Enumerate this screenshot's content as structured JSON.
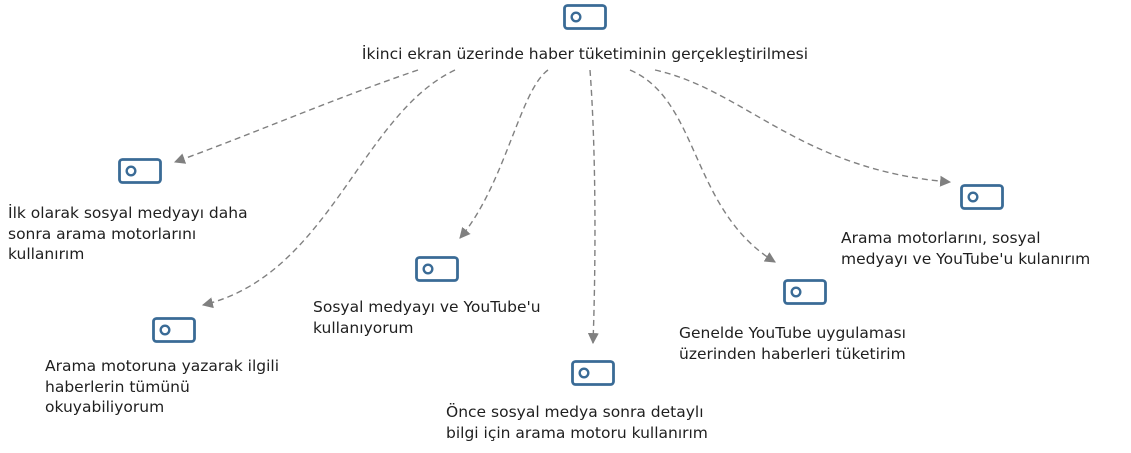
{
  "colors": {
    "icon_stroke": "#3a6b96",
    "connector": "#808080",
    "text": "#1f1f1f",
    "background": "#ffffff"
  },
  "icon_name": "tag-icon",
  "root": {
    "label": "İkinci ekran üzerinde haber tüketiminin gerçekleştirilmesi"
  },
  "children": [
    {
      "id": "c1",
      "label": "İlk olarak sosyal medyayı daha\nsonra arama motorlarını\nkullanırım"
    },
    {
      "id": "c2",
      "label": "Arama motoruna yazarak ilgili\nhaberlerin tümünü\nokuyabiliyorum"
    },
    {
      "id": "c3",
      "label": "Sosyal medyayı ve YouTube'u\nkullanıyorum"
    },
    {
      "id": "c4",
      "label": "Önce sosyal medya sonra detaylı\nbilgi için arama motoru kullanırım"
    },
    {
      "id": "c5",
      "label": "Genelde YouTube uygulaması\nüzerinden haberleri tüketirim"
    },
    {
      "id": "c6",
      "label": "Arama motorlarını, sosyal\nmedyayı ve YouTube'u kulanırım"
    }
  ]
}
